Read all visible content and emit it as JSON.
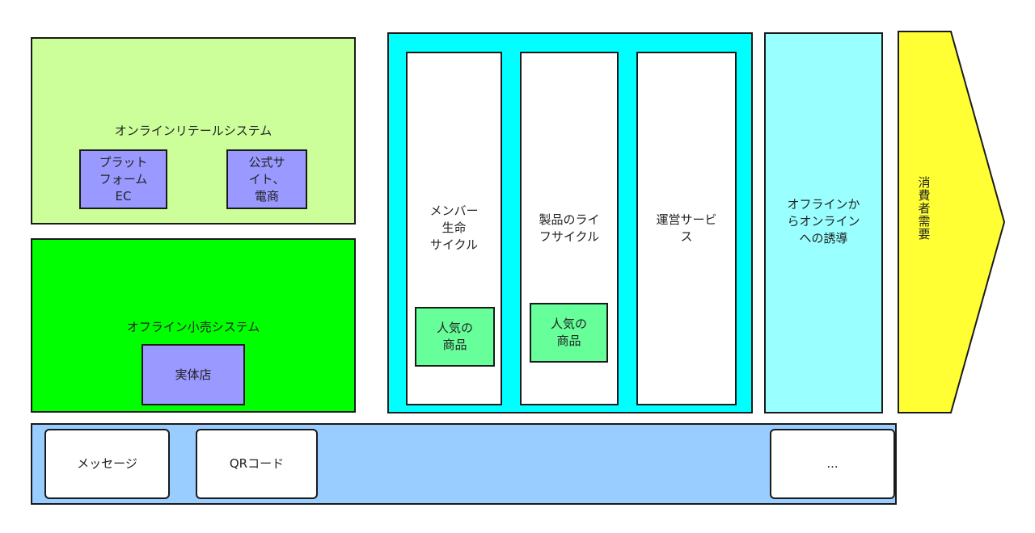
{
  "online": {
    "title": "オンラインリテールシステム",
    "items": [
      "プラット\nフォーム\nEC",
      "公式サ\nイト、\n電商"
    ]
  },
  "offline": {
    "title": "オフライン小売システム",
    "items": [
      "実体店"
    ]
  },
  "lifecycle": {
    "columns": [
      {
        "label": "メンバー\n生命\nサイクル",
        "hot": "人気の\n商品"
      },
      {
        "label": "製品のライ\nフサイクル",
        "hot": "人気の\n商品"
      },
      {
        "label": "運営サービ\nス"
      }
    ]
  },
  "guide": {
    "label": "オフラインか\nらオンライン\nへの誘導"
  },
  "demand": {
    "label": "消費者需要"
  },
  "bottom": {
    "items": [
      "メッセージ",
      "QRコード",
      "..."
    ]
  },
  "colors": {
    "online": "#ccff99",
    "offline": "#00ff00",
    "lifecycle": "#00ffff",
    "guide": "#99ffff",
    "bottom": "#99ccff",
    "system_item": "#9999ff",
    "hot_item": "#66ff99",
    "demand": "#ffff33"
  }
}
